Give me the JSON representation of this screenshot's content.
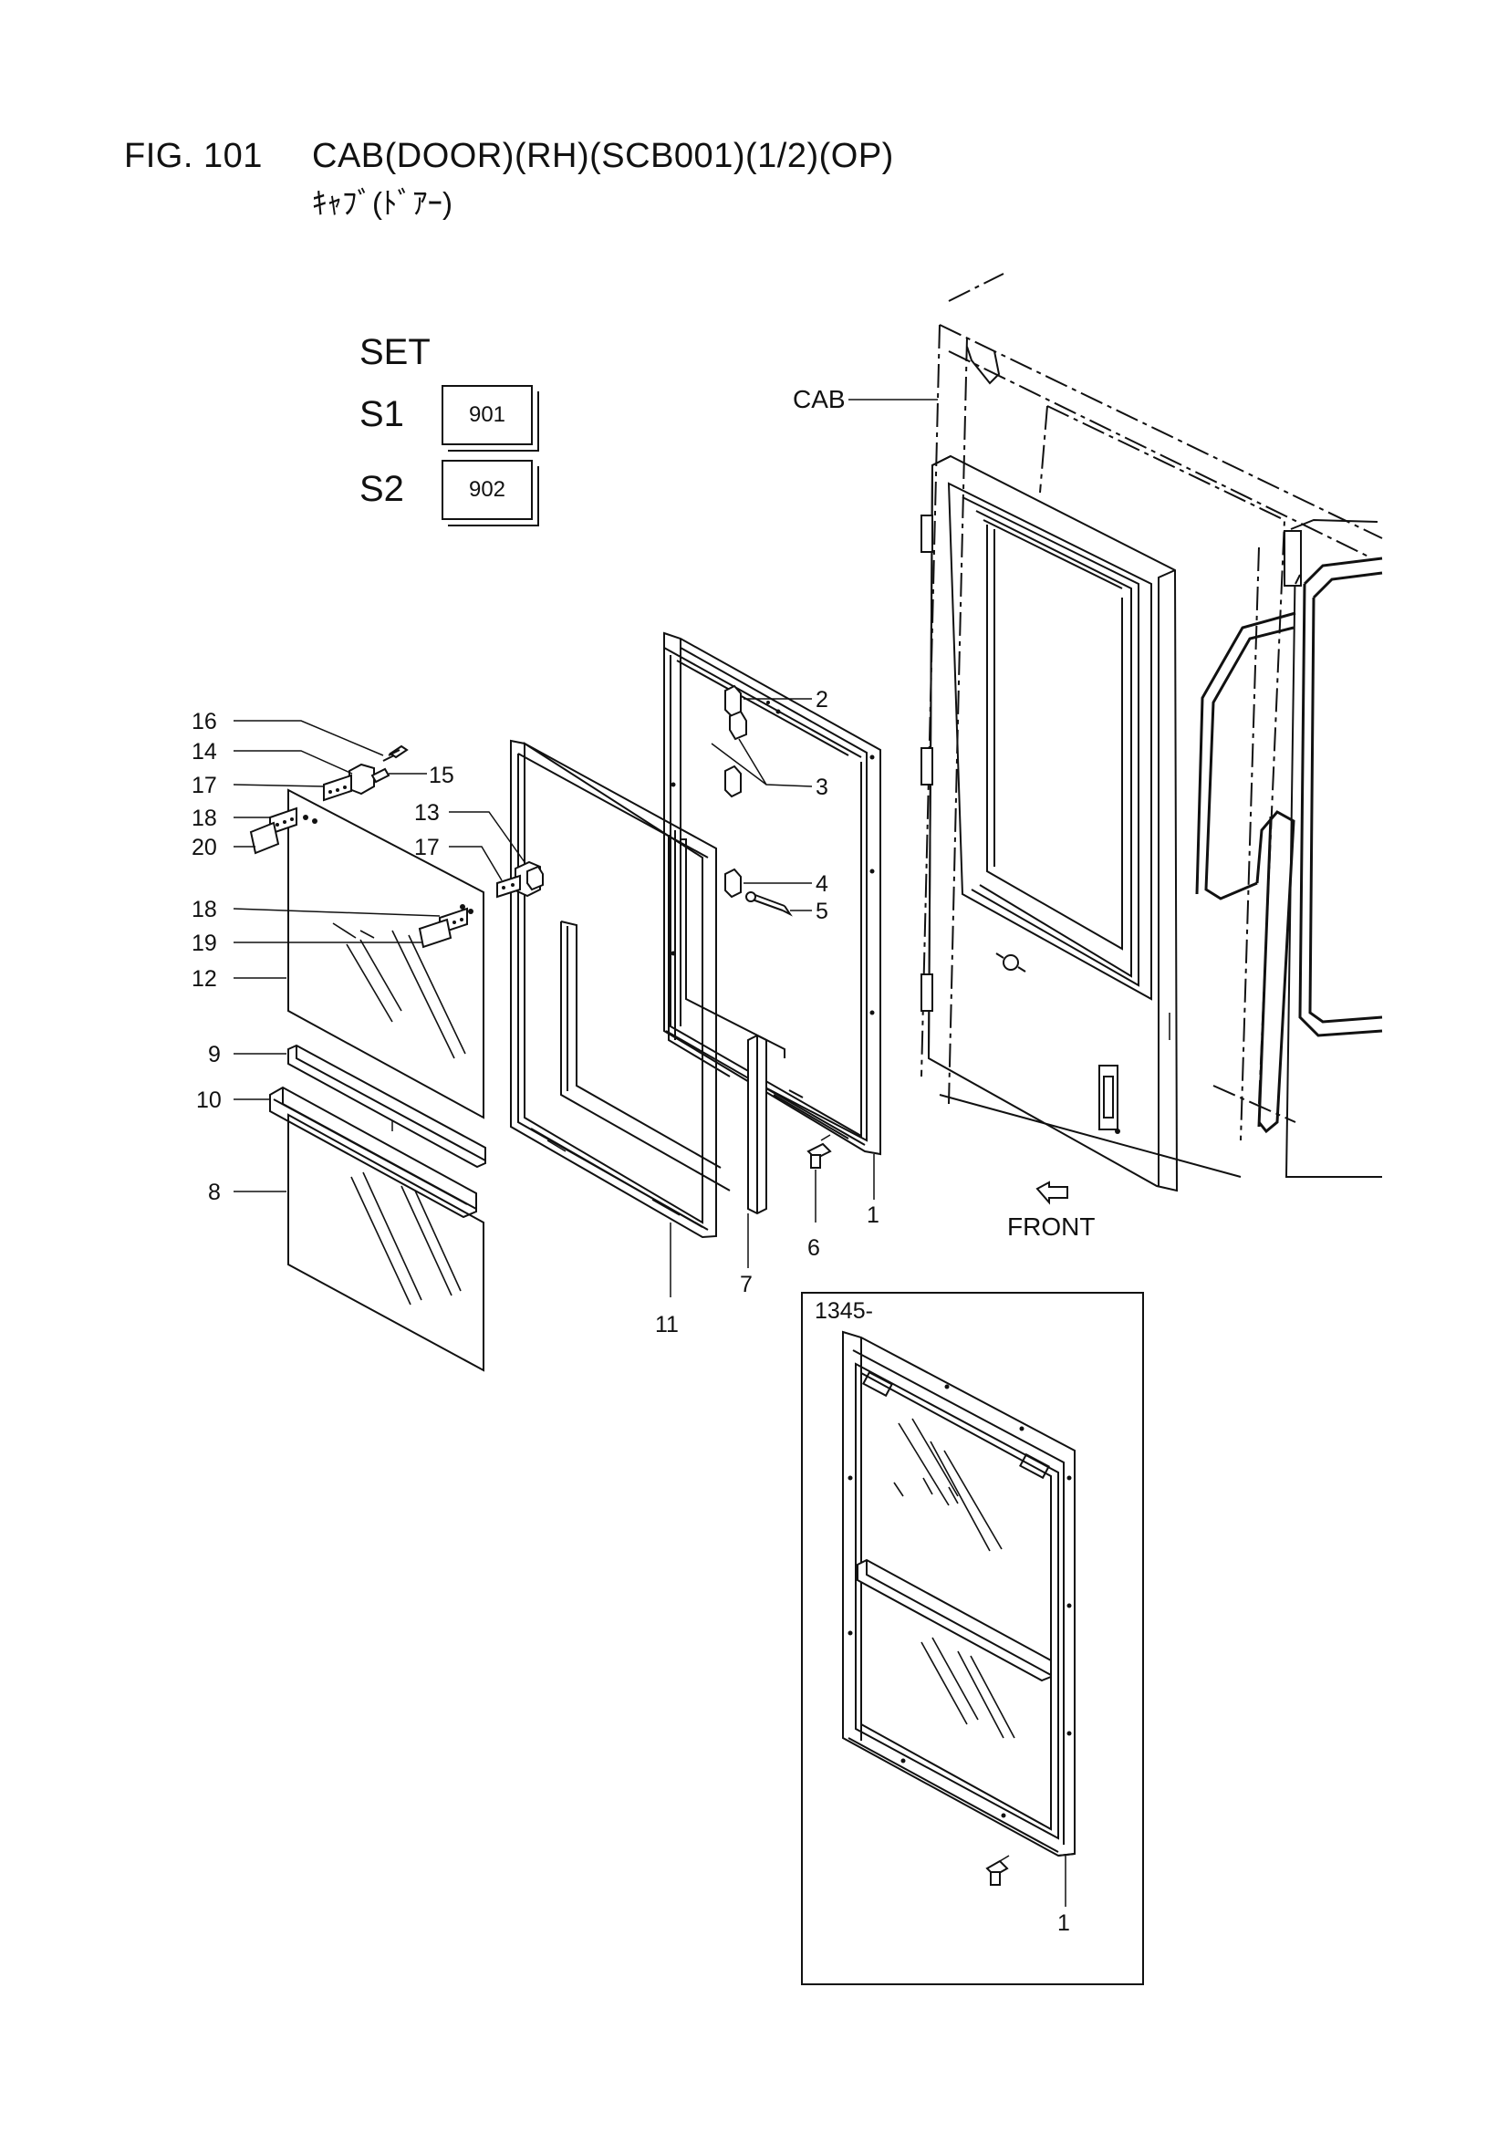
{
  "header": {
    "fig": "FIG. 101",
    "title": "CAB(DOOR)(RH)(SCB001)(1/2)(OP)",
    "subtitle": "ｷｬﾌﾞ(ﾄﾞｱｰ)"
  },
  "set_table": {
    "heading": "SET",
    "rows": [
      {
        "set": "S1",
        "code": "901"
      },
      {
        "set": "S2",
        "code": "902"
      }
    ]
  },
  "callouts": {
    "cab": "CAB",
    "front": "FRONT",
    "p1": "1",
    "p2": "2",
    "p3": "3",
    "p4": "4",
    "p5": "5",
    "p6": "6",
    "p7": "7",
    "p8": "8",
    "p9": "9",
    "p10": "10",
    "p11": "11",
    "p12": "12",
    "p13": "13",
    "p14": "14",
    "p15": "15",
    "p16": "16",
    "p17a": "17",
    "p17b": "17",
    "p18a": "18",
    "p18b": "18",
    "p19": "19",
    "p20": "20"
  },
  "inset": {
    "serial": "1345-",
    "p1": "1"
  }
}
